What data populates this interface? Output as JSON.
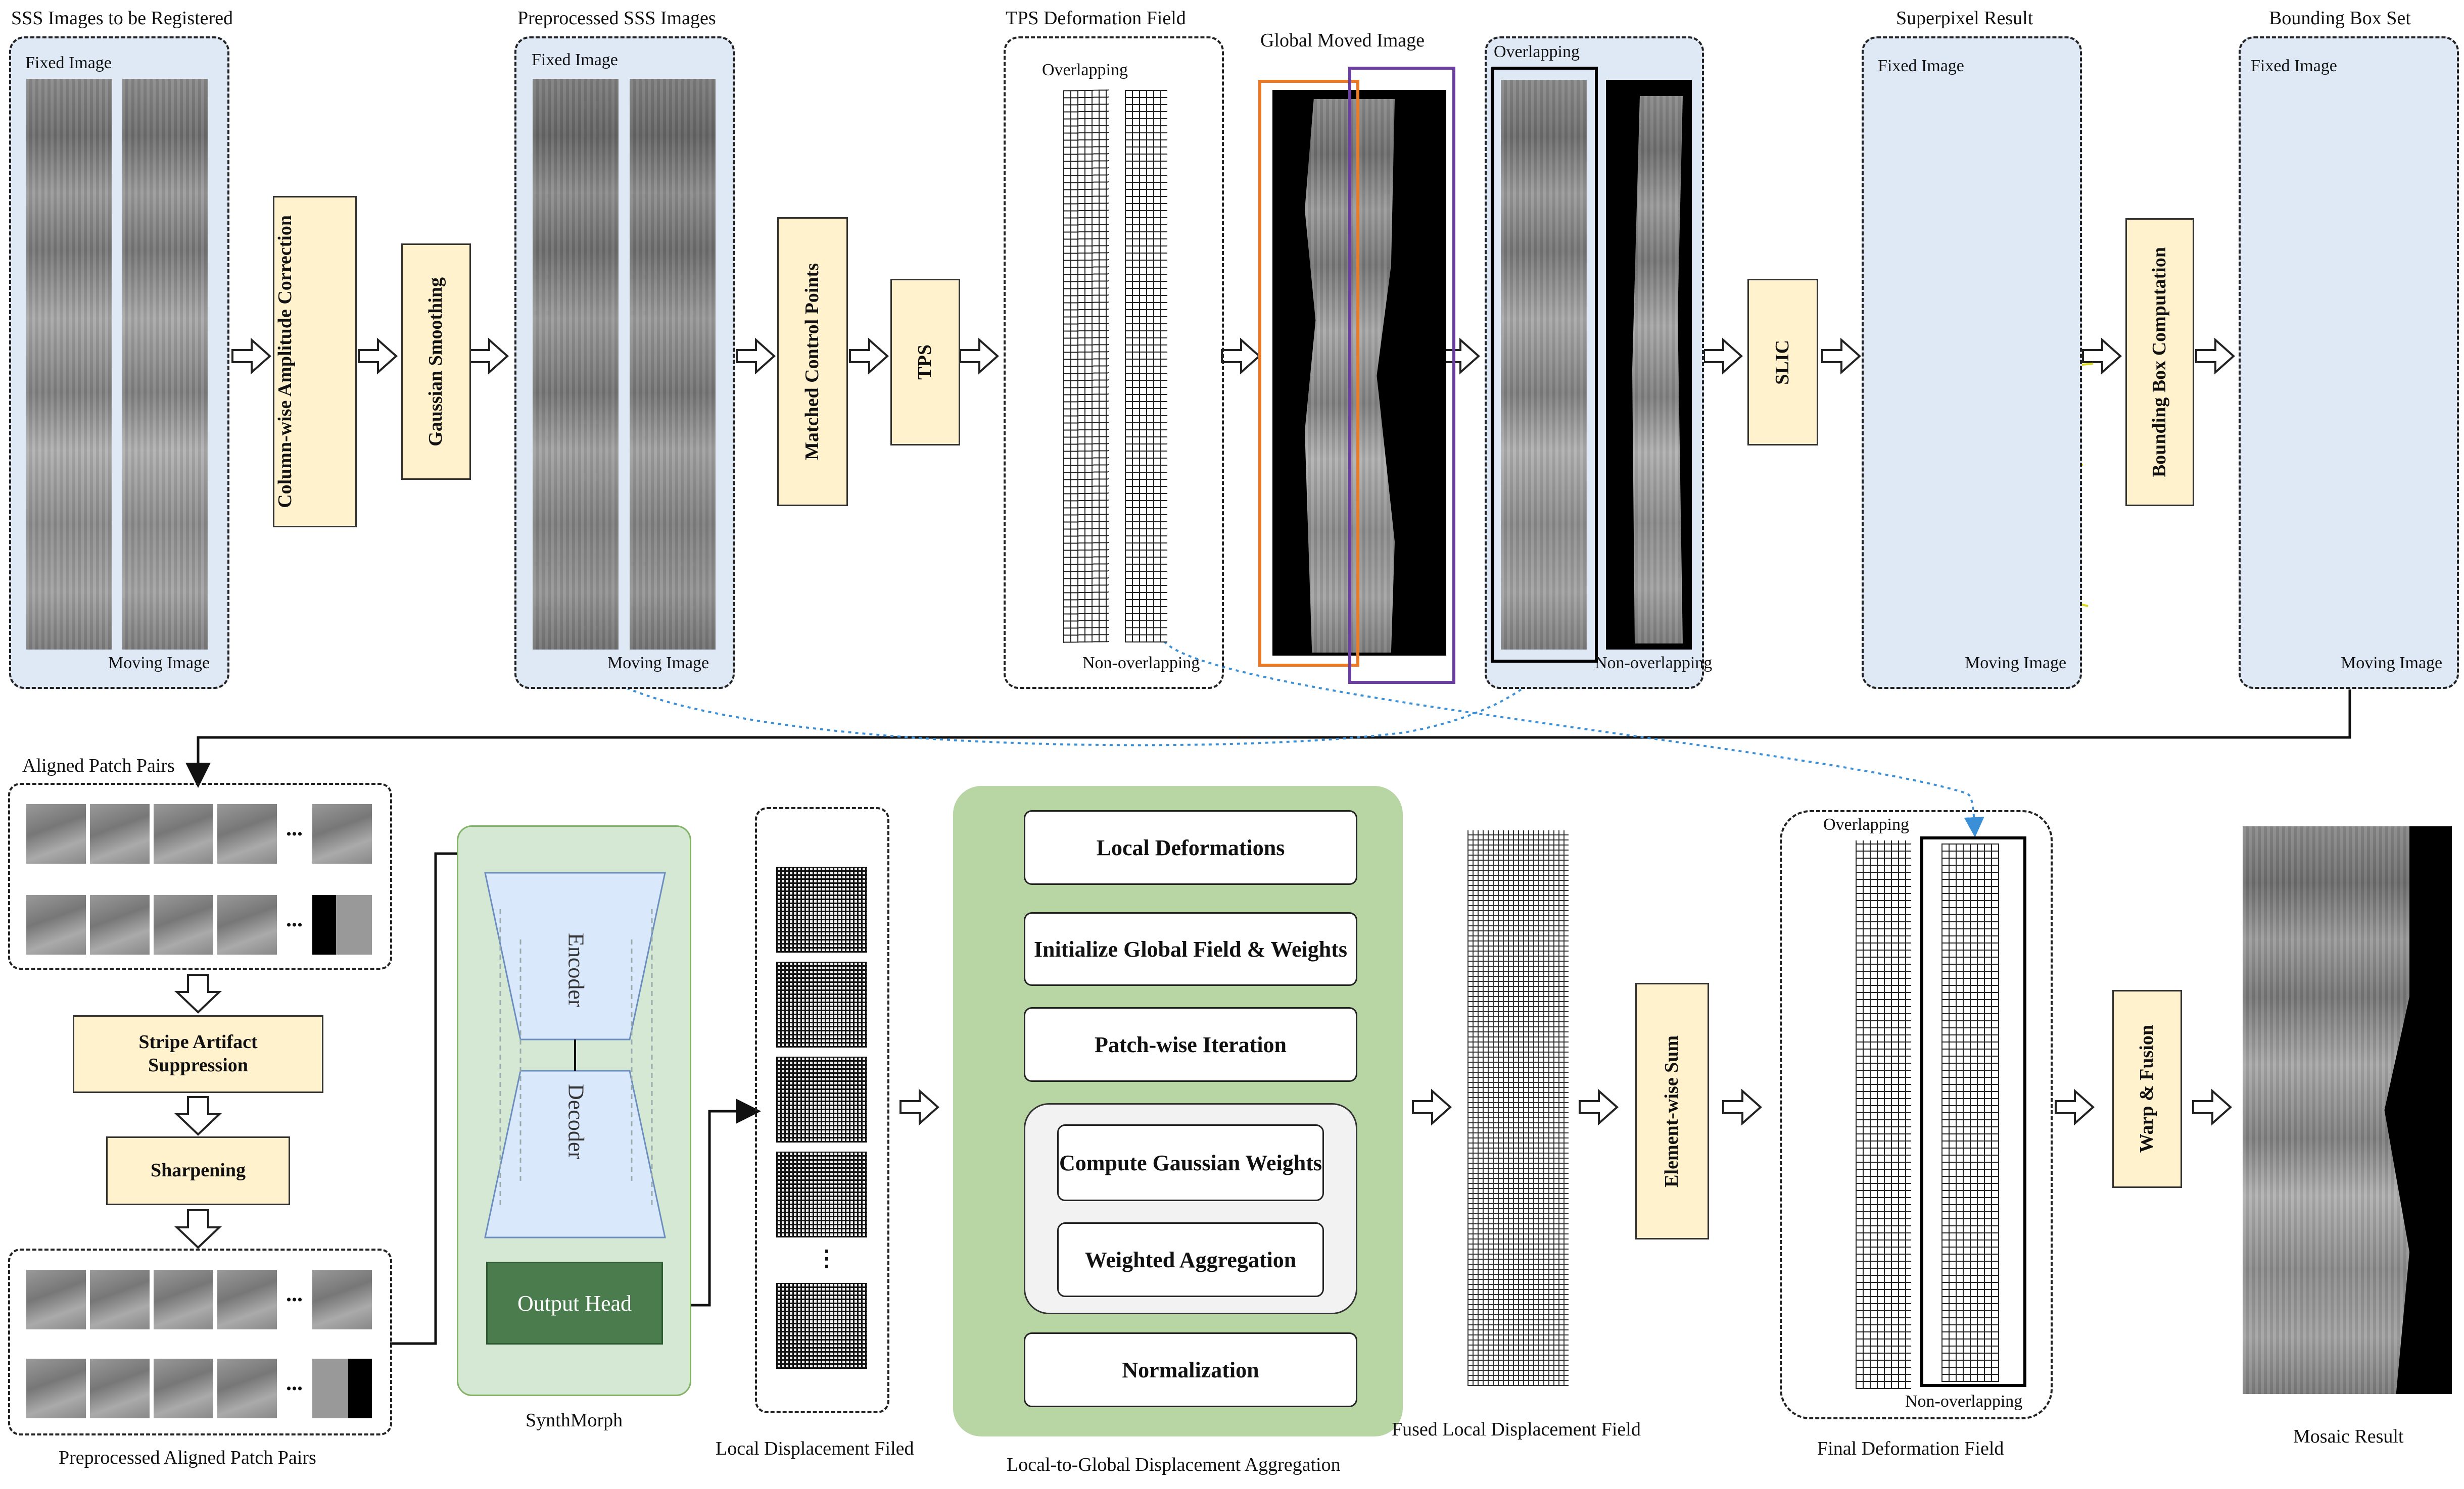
{
  "top": {
    "sss_images": {
      "title": "SSS Images to be Registered",
      "fixed": "Fixed Image",
      "moving": "Moving Image"
    },
    "col_amp": "Column-wise Amplitude Correction",
    "gauss_smooth": "Gaussian Smoothing",
    "preprocessed": {
      "title": "Preprocessed SSS Images",
      "fixed": "Fixed Image",
      "moving": "Moving Image"
    },
    "matched_cp": "Matched Control Points",
    "tps": "TPS",
    "tps_field": {
      "title": "TPS Deformation Field",
      "overlap": "Overlapping",
      "nonoverlap": "Non-overlapping"
    },
    "global_moved": {
      "title": "Global Moved Image"
    },
    "overlap_panel": {
      "overlap": "Overlapping",
      "nonoverlap": "Non-overlapping"
    },
    "slic": "SLIC",
    "superpixel": {
      "title": "Superpixel Result",
      "fixed": "Fixed Image",
      "moving": "Moving Image"
    },
    "bbox_comp": "Bounding Box Computation",
    "bbox_set": {
      "title": "Bounding Box Set",
      "fixed": "Fixed Image",
      "moving": "Moving Image"
    }
  },
  "bottom": {
    "aligned_pairs": {
      "title": "Aligned Patch Pairs",
      "dots": "..."
    },
    "stripe": "Stripe Artifact Suppression",
    "sharpen": "Sharpening",
    "pre_aligned": {
      "caption": "Preprocessed Aligned Patch Pairs",
      "dots": "..."
    },
    "synthmorph": {
      "caption": "SynthMorph",
      "encoder": "Encoder",
      "decoder": "Decoder",
      "head": "Output Head"
    },
    "local_disp": {
      "caption": "Local Displacement Filed",
      "dots": "⋮"
    },
    "l2g": {
      "caption": "Local-to-Global Displacement Aggregation",
      "step1": "Local Deformations",
      "step2": "Initialize Global Field & Weights",
      "step3": "Patch-wise Iteration",
      "step4": "Compute Gaussian Weights",
      "step5": "Weighted Aggregation",
      "step6": "Normalization"
    },
    "fused": {
      "caption": "Fused Local Displacement Field"
    },
    "elem_sum": "Element-wise Sum",
    "final_field": {
      "caption": "Final Deformation Field",
      "overlap": "Overlapping",
      "nonoverlap": "Non-overlapping"
    },
    "warp": "Warp & Fusion",
    "mosaic": {
      "caption": "Mosaic Result"
    }
  },
  "colors": {
    "panel_blue": "#dfe9f6",
    "box_yellow": "#fff2cc",
    "synth_green": "#d5e8d4",
    "l2g_green": "#b8d6a4",
    "head_green": "#4a7c4e",
    "encoder_blue": "#dae8fc",
    "orange_box": "#e97a2a",
    "purple_box": "#6a3fa0",
    "link_dotted": "#3b8fd6",
    "superpixel_line": "#d8d820",
    "bbox_line": "#e02020"
  }
}
